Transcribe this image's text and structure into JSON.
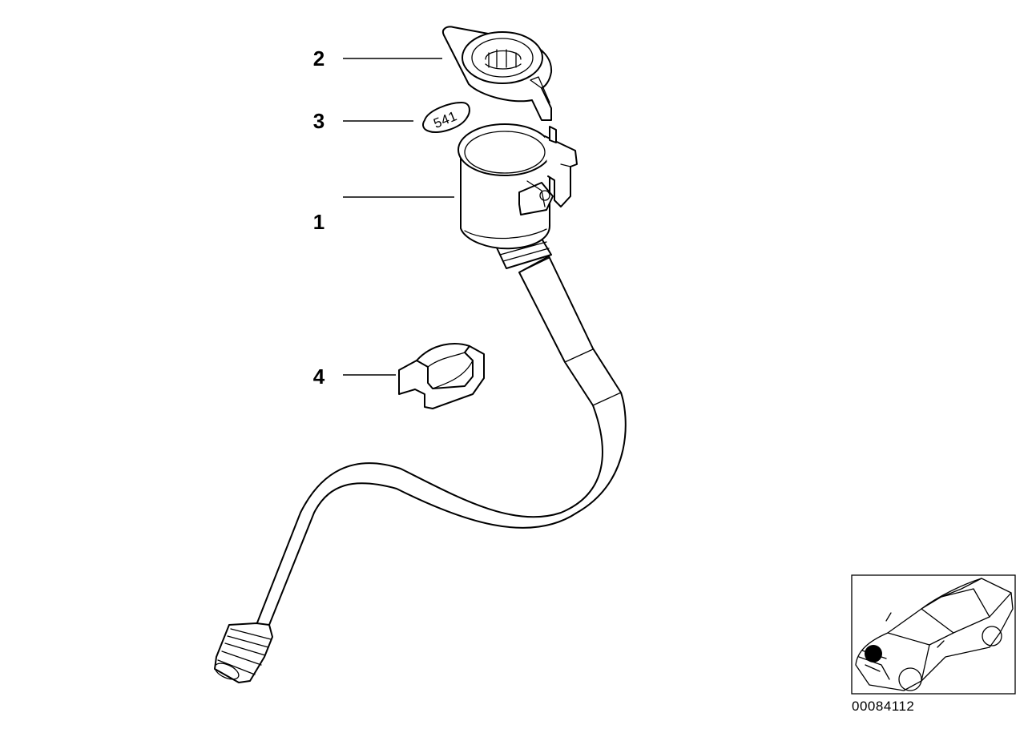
{
  "callouts": [
    {
      "id": "callout-2",
      "label": "2"
    },
    {
      "id": "callout-3",
      "label": "3"
    },
    {
      "id": "callout-1",
      "label": "1"
    },
    {
      "id": "callout-4",
      "label": "4"
    }
  ],
  "part_markings": {
    "seal_text": "541"
  },
  "footer": {
    "diagram_code": "00084112"
  },
  "colors": {
    "line": "#000000",
    "background": "#ffffff",
    "location_marker": "#000000"
  }
}
